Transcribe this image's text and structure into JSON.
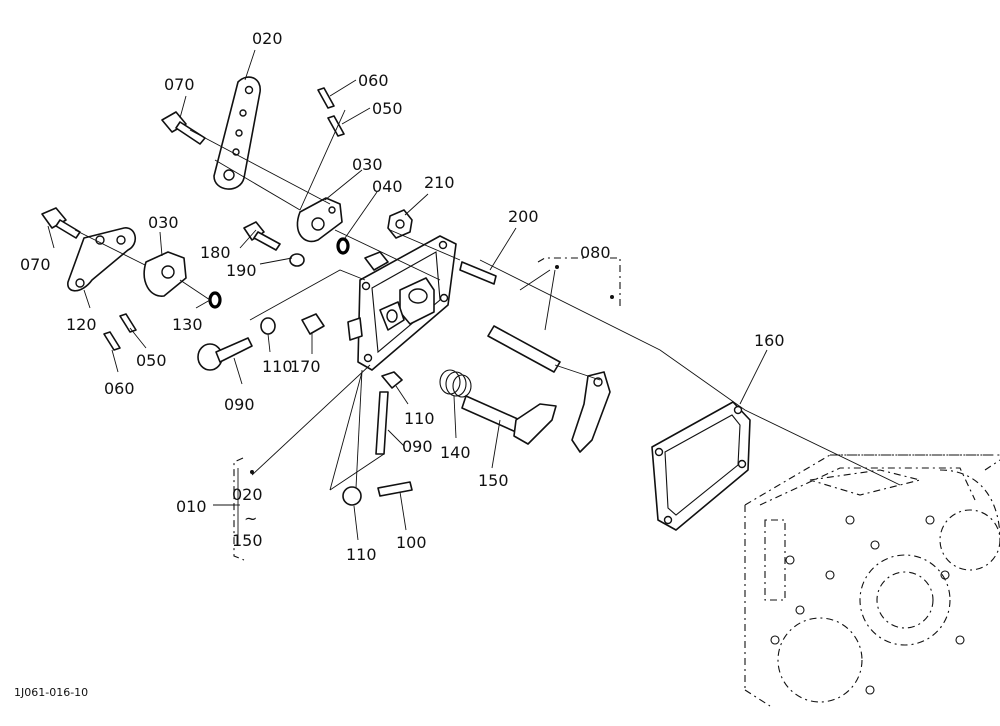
{
  "drawing_code": "1J061-016-10",
  "labels": {
    "p020_top": "020",
    "p070_top": "070",
    "p060_top": "060",
    "p050_top": "050",
    "p030_right": "030",
    "p040": "040",
    "p210": "210",
    "p200": "200",
    "p080": "080",
    "p180": "180",
    "p190": "190",
    "p030_left": "030",
    "p070_left": "070",
    "p120": "120",
    "p130": "130",
    "p050_left": "050",
    "p060_left": "060",
    "p110_a": "110",
    "p090_a": "090",
    "p170": "170",
    "p160": "160",
    "p110_b": "110",
    "p090_b": "090",
    "p140": "140",
    "p150": "150",
    "p010": "010",
    "range_from": "020",
    "range_sep": "~",
    "range_to": "150",
    "p110_c": "110",
    "p100": "100"
  }
}
